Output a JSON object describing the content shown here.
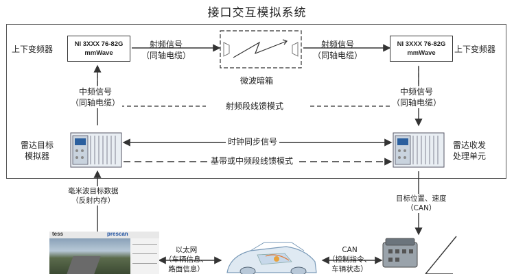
{
  "title": "接口交互模拟系统",
  "left_converter_label": "上下变频器",
  "right_converter_label": "上下变频器",
  "ni_module_left": {
    "line1": "NI 3XXX 76-82G",
    "line2": "mmWave"
  },
  "ni_module_right": {
    "line1": "NI 3XXX 76-82G",
    "line2": "mmWave"
  },
  "rf_signal_left": {
    "line1": "射频信号",
    "line2": "（同轴电缆）"
  },
  "rf_signal_right": {
    "line1": "射频信号",
    "line2": "（同轴电缆）"
  },
  "anechoic_chamber": "微波暗箱",
  "rf_feed_mode": "射频段线馈模式",
  "if_signal_left": {
    "line1": "中频信号",
    "line2": "（同轴电缆）"
  },
  "if_signal_right": {
    "line1": "中频信号",
    "line2": "（同轴电缆）"
  },
  "radar_target_sim": {
    "line1": "雷达目标",
    "line2": "模拟器"
  },
  "radar_transceiver": {
    "line1": "雷达收发",
    "line2": "处理单元"
  },
  "clock_sync": "时钟同步信号",
  "baseband_feed_mode": "基带或中频段线馈模式",
  "mmwave_data": {
    "line1": "毫米波目标数据",
    "line2": "（反射内存）"
  },
  "target_pos": {
    "line1": "目标位置、速度",
    "line2": "（CAN）"
  },
  "ethernet": {
    "line1": "以太网",
    "line2": "（车辆信息、",
    "line3": "路面信息）"
  },
  "can_bus": {
    "line1": "CAN",
    "line2": "（控制指令、",
    "line3": "车辆状态）"
  },
  "sim_software": {
    "brand_left": "tess",
    "brand_right": "prescan"
  }
}
